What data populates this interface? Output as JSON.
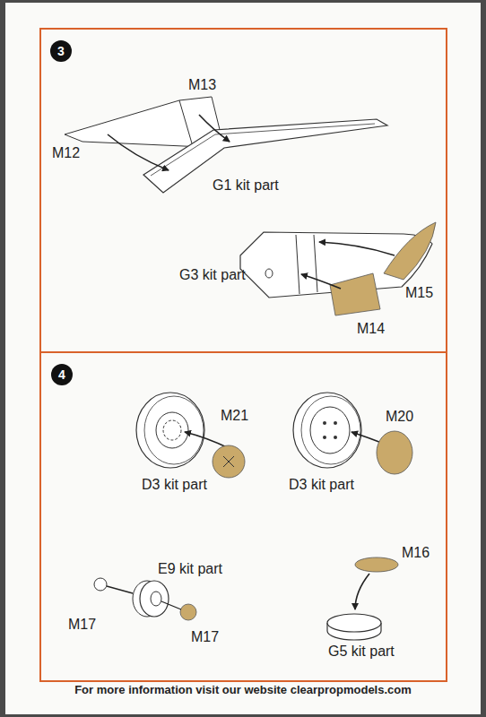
{
  "diagram": {
    "caption": "For more information visit our website clearpropmodels.com",
    "nodes": [
      {
        "text": [
          "3"
        ]
      },
      {
        "text": [
          "4"
        ]
      }
    ],
    "labels": [
      "M12",
      "M13",
      "G1 kit part",
      "G3 kit part",
      "M14",
      "M15",
      "M21",
      "D3 kit part",
      "M20",
      "D3 kit part",
      "M17",
      "E9 kit part",
      "M17",
      "M16",
      "G5 kit part"
    ]
  }
}
